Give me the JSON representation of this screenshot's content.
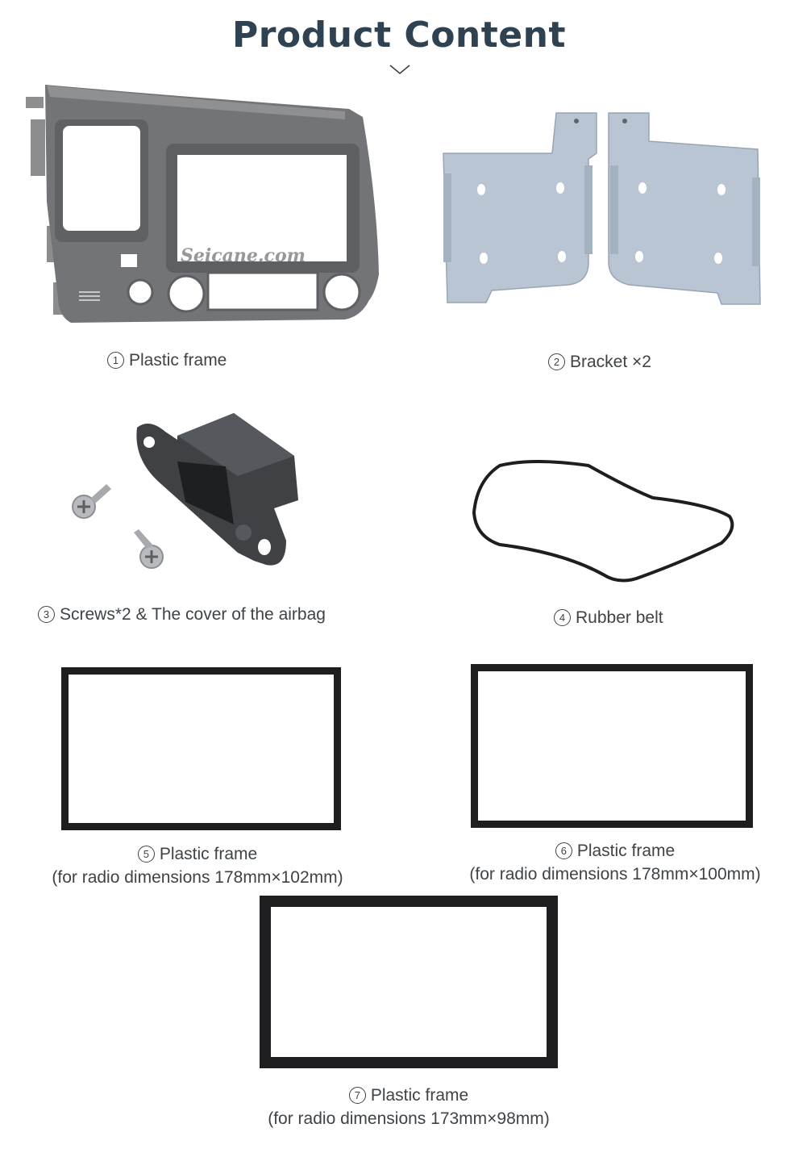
{
  "page": {
    "title": "Product Content"
  },
  "watermark": "Seicane.com",
  "items": [
    {
      "number": "1",
      "label": "Plastic frame",
      "sub": ""
    },
    {
      "number": "2",
      "label": "Bracket ×2",
      "sub": ""
    },
    {
      "number": "3",
      "label": "Screws*2 & The cover of the airbag",
      "sub": ""
    },
    {
      "number": "4",
      "label": "Rubber belt",
      "sub": ""
    },
    {
      "number": "5",
      "label": "Plastic frame",
      "sub": "(for radio dimensions 178mm×102mm)"
    },
    {
      "number": "6",
      "label": "Plastic frame",
      "sub": "(for radio dimensions 178mm×100mm)"
    },
    {
      "number": "7",
      "label": "Plastic frame",
      "sub": "(for radio dimensions 173mm×98mm)"
    }
  ],
  "colors": {
    "title": "#2f4252",
    "text": "#3e4347",
    "frame_gray": "#727477",
    "bracket": "#b9c5d2",
    "dark": "#1e1e20"
  }
}
